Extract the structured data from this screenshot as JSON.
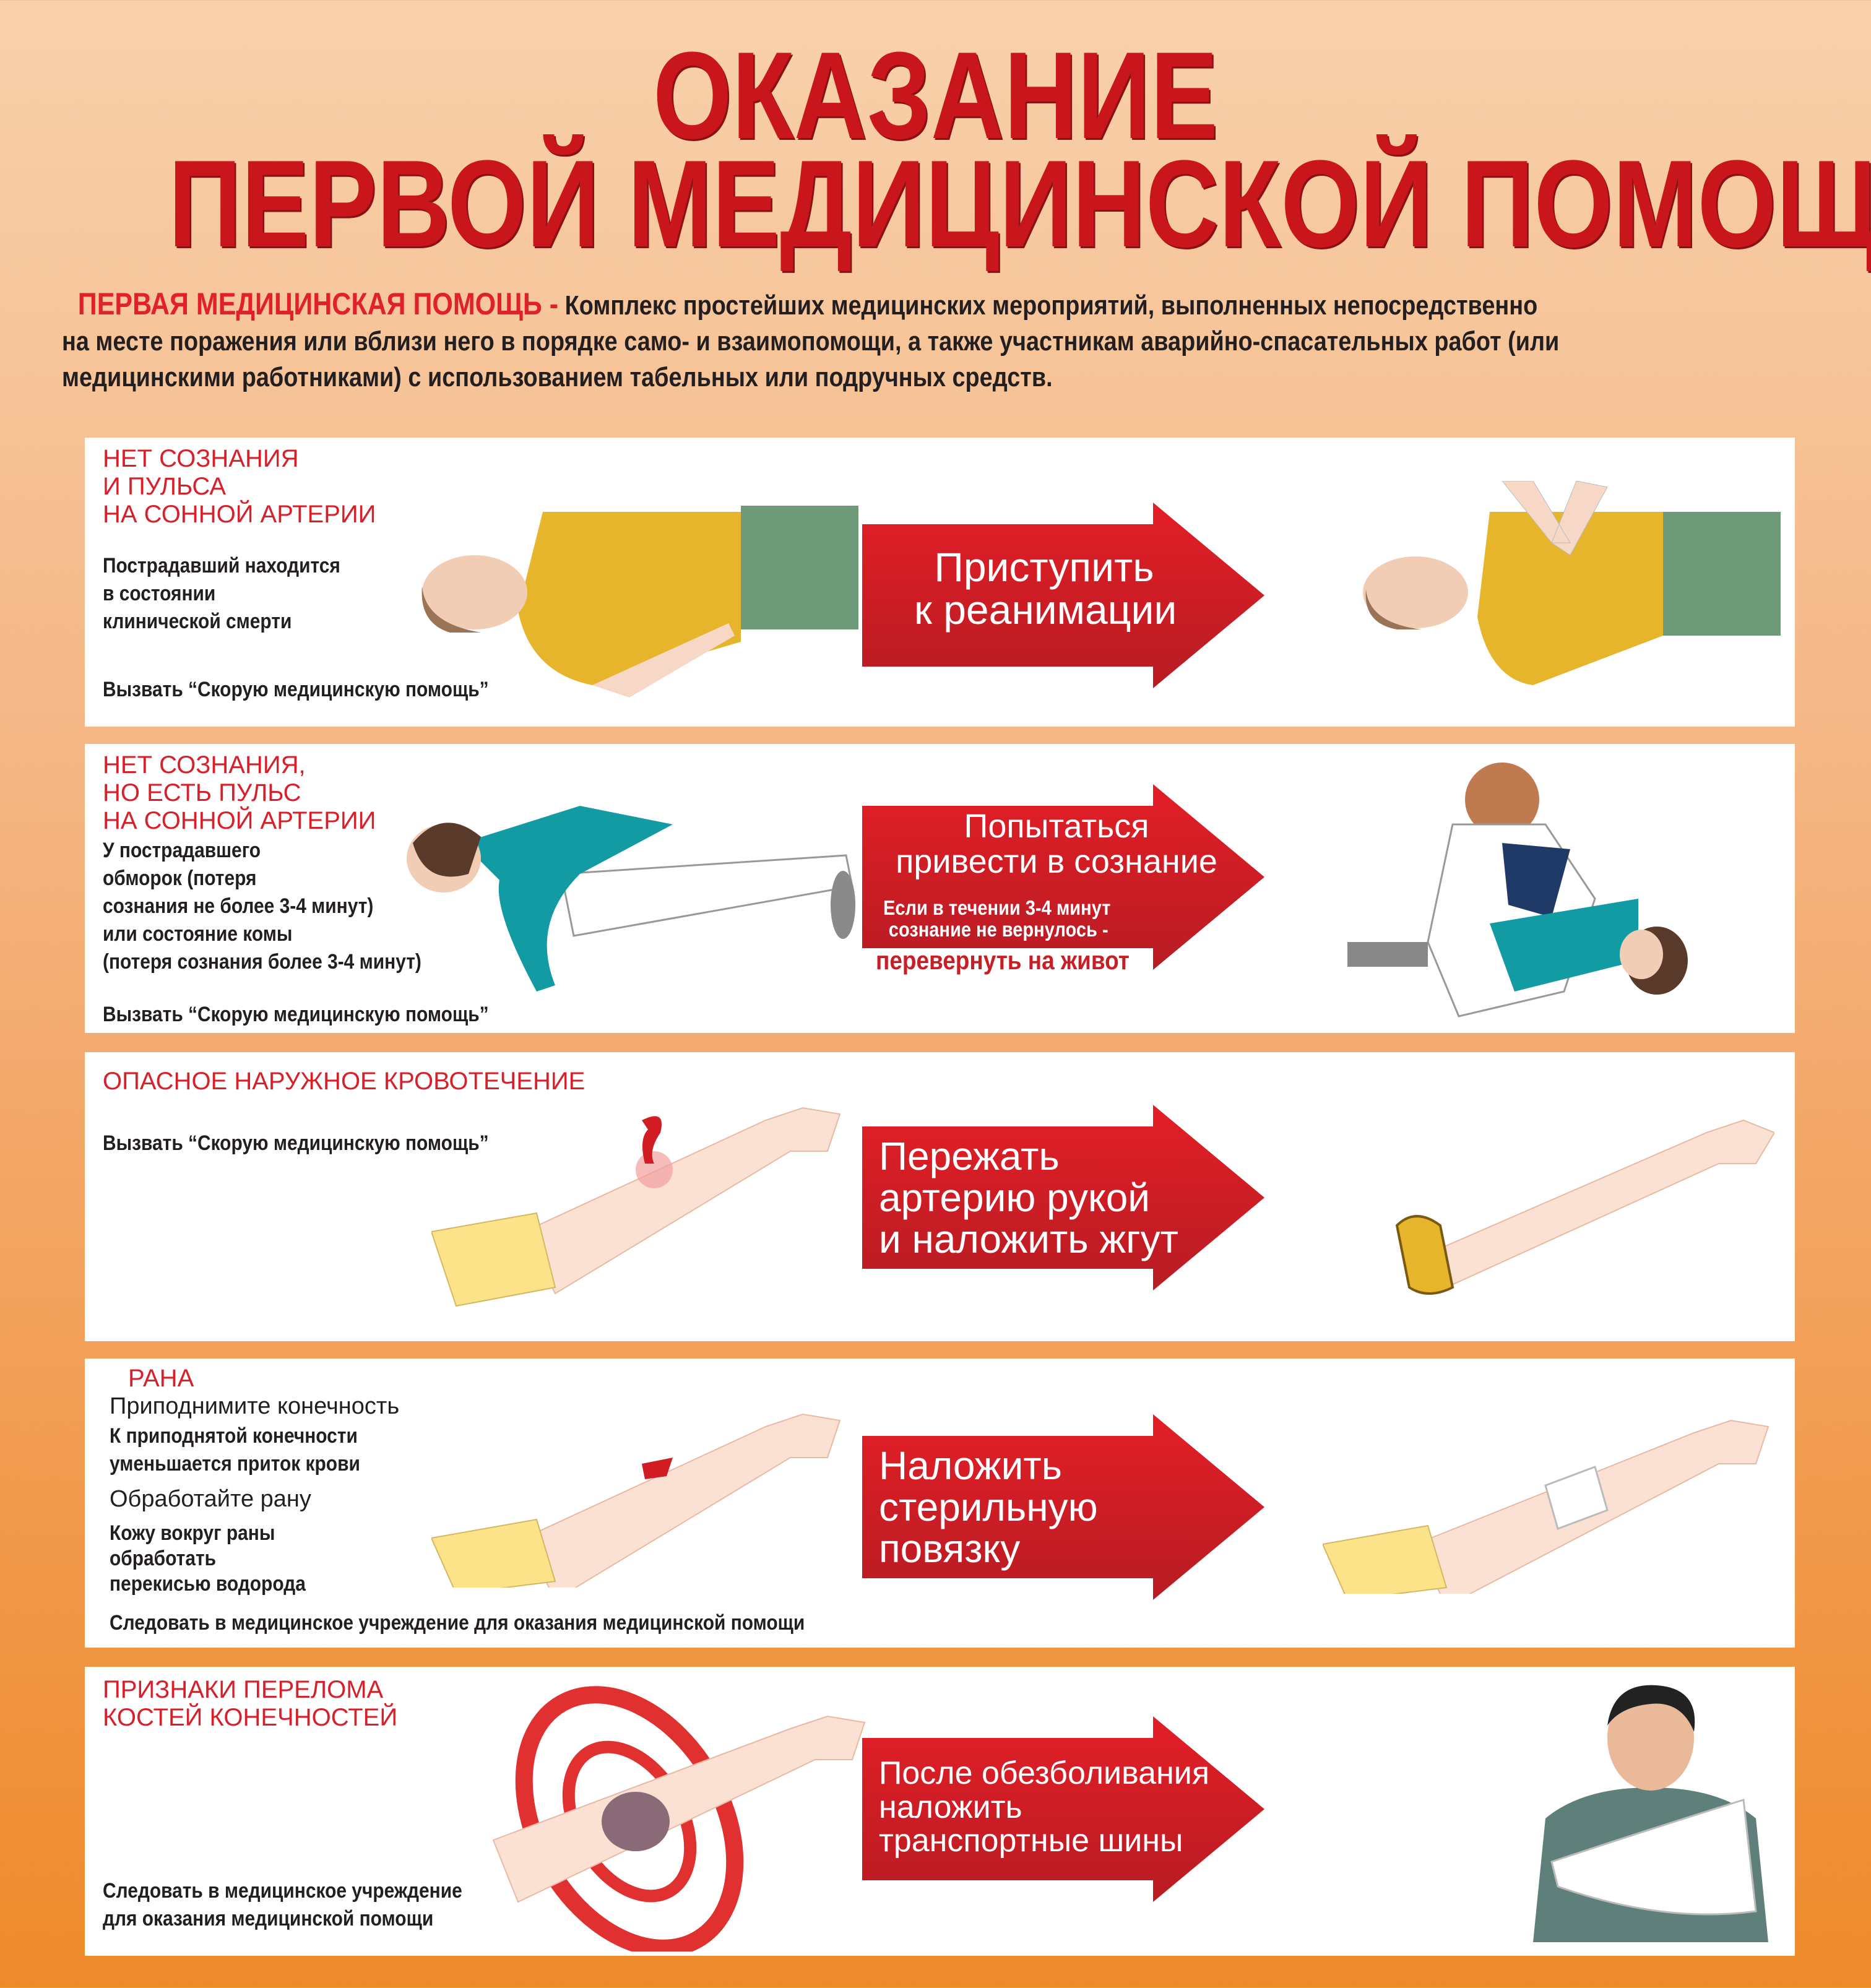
{
  "title": {
    "line1": "ОКАЗАНИЕ",
    "line2": "ПЕРВОЙ МЕДИЦИНСКОЙ ПОМОЩИ"
  },
  "intro": {
    "term": "ПЕРВАЯ МЕДИЦИНСКАЯ ПОМОЩЬ -",
    "line1": "Комплекс простейших медицинских мероприятий, выполненных непосредственно",
    "line2": "на месте поражения или вблизи него в порядке само- и взаимопомощи, а также участникам аварийно-спасательных работ (или",
    "line3": "медицинскими работниками) с использованием табельных или подручных средств."
  },
  "colors": {
    "accent": "#d8202a",
    "arrow": "#c81e25"
  },
  "panels": [
    {
      "heading": [
        "НЕТ СОЗНАНИЯ",
        "И ПУЛЬСА",
        "НА СОННОЙ АРТЕРИИ"
      ],
      "body": [
        "Пострадавший находится",
        "в состоянии",
        "клинической смерти"
      ],
      "call": "Вызвать “Скорую медицинскую помощь”",
      "action": [
        "Приступить",
        "к реанимации"
      ]
    },
    {
      "heading": [
        "НЕТ СОЗНАНИЯ,",
        "НО ЕСТЬ ПУЛЬС",
        "НА СОННОЙ АРТЕРИИ"
      ],
      "body": [
        "У пострадавшего",
        "обморок (потеря",
        "сознания не более 3-4 минут)",
        "или состояние комы",
        "(потеря сознания более 3-4 минут)"
      ],
      "call": "Вызвать “Скорую медицинскую помощь”",
      "action": [
        "Попытаться",
        "привести в сознание"
      ],
      "note": [
        "Если в течении 3-4 минут",
        "сознание не вернулось -"
      ],
      "note_red": "перевернуть на живот"
    },
    {
      "heading": [
        "ОПАСНОЕ НАРУЖНОЕ КРОВОТЕЧЕНИЕ"
      ],
      "call": "Вызвать “Скорую медицинскую помощь”",
      "action": [
        "Пережать",
        "артерию рукой",
        "и наложить жгут"
      ]
    },
    {
      "heading": [
        "РАНА"
      ],
      "lines": [
        "Приподнимите конечность",
        "К приподнятой конечности",
        "уменьшается приток крови",
        "Обработайте рану",
        "Кожу вокруг раны",
        "обработать",
        "перекисью водорода"
      ],
      "footer": "Следовать в медицинское учреждение для оказания медицинской помощи",
      "action": [
        "Наложить",
        "стерильную",
        "повязку"
      ]
    },
    {
      "heading": [
        "ПРИЗНАКИ ПЕРЕЛОМА",
        "КОСТЕЙ КОНЕЧНОСТЕЙ"
      ],
      "footer": [
        "Следовать в медицинское учреждение",
        "для оказания медицинской помощи"
      ],
      "action": [
        "После обезболивания",
        "наложить",
        "транспортные шины"
      ]
    }
  ]
}
